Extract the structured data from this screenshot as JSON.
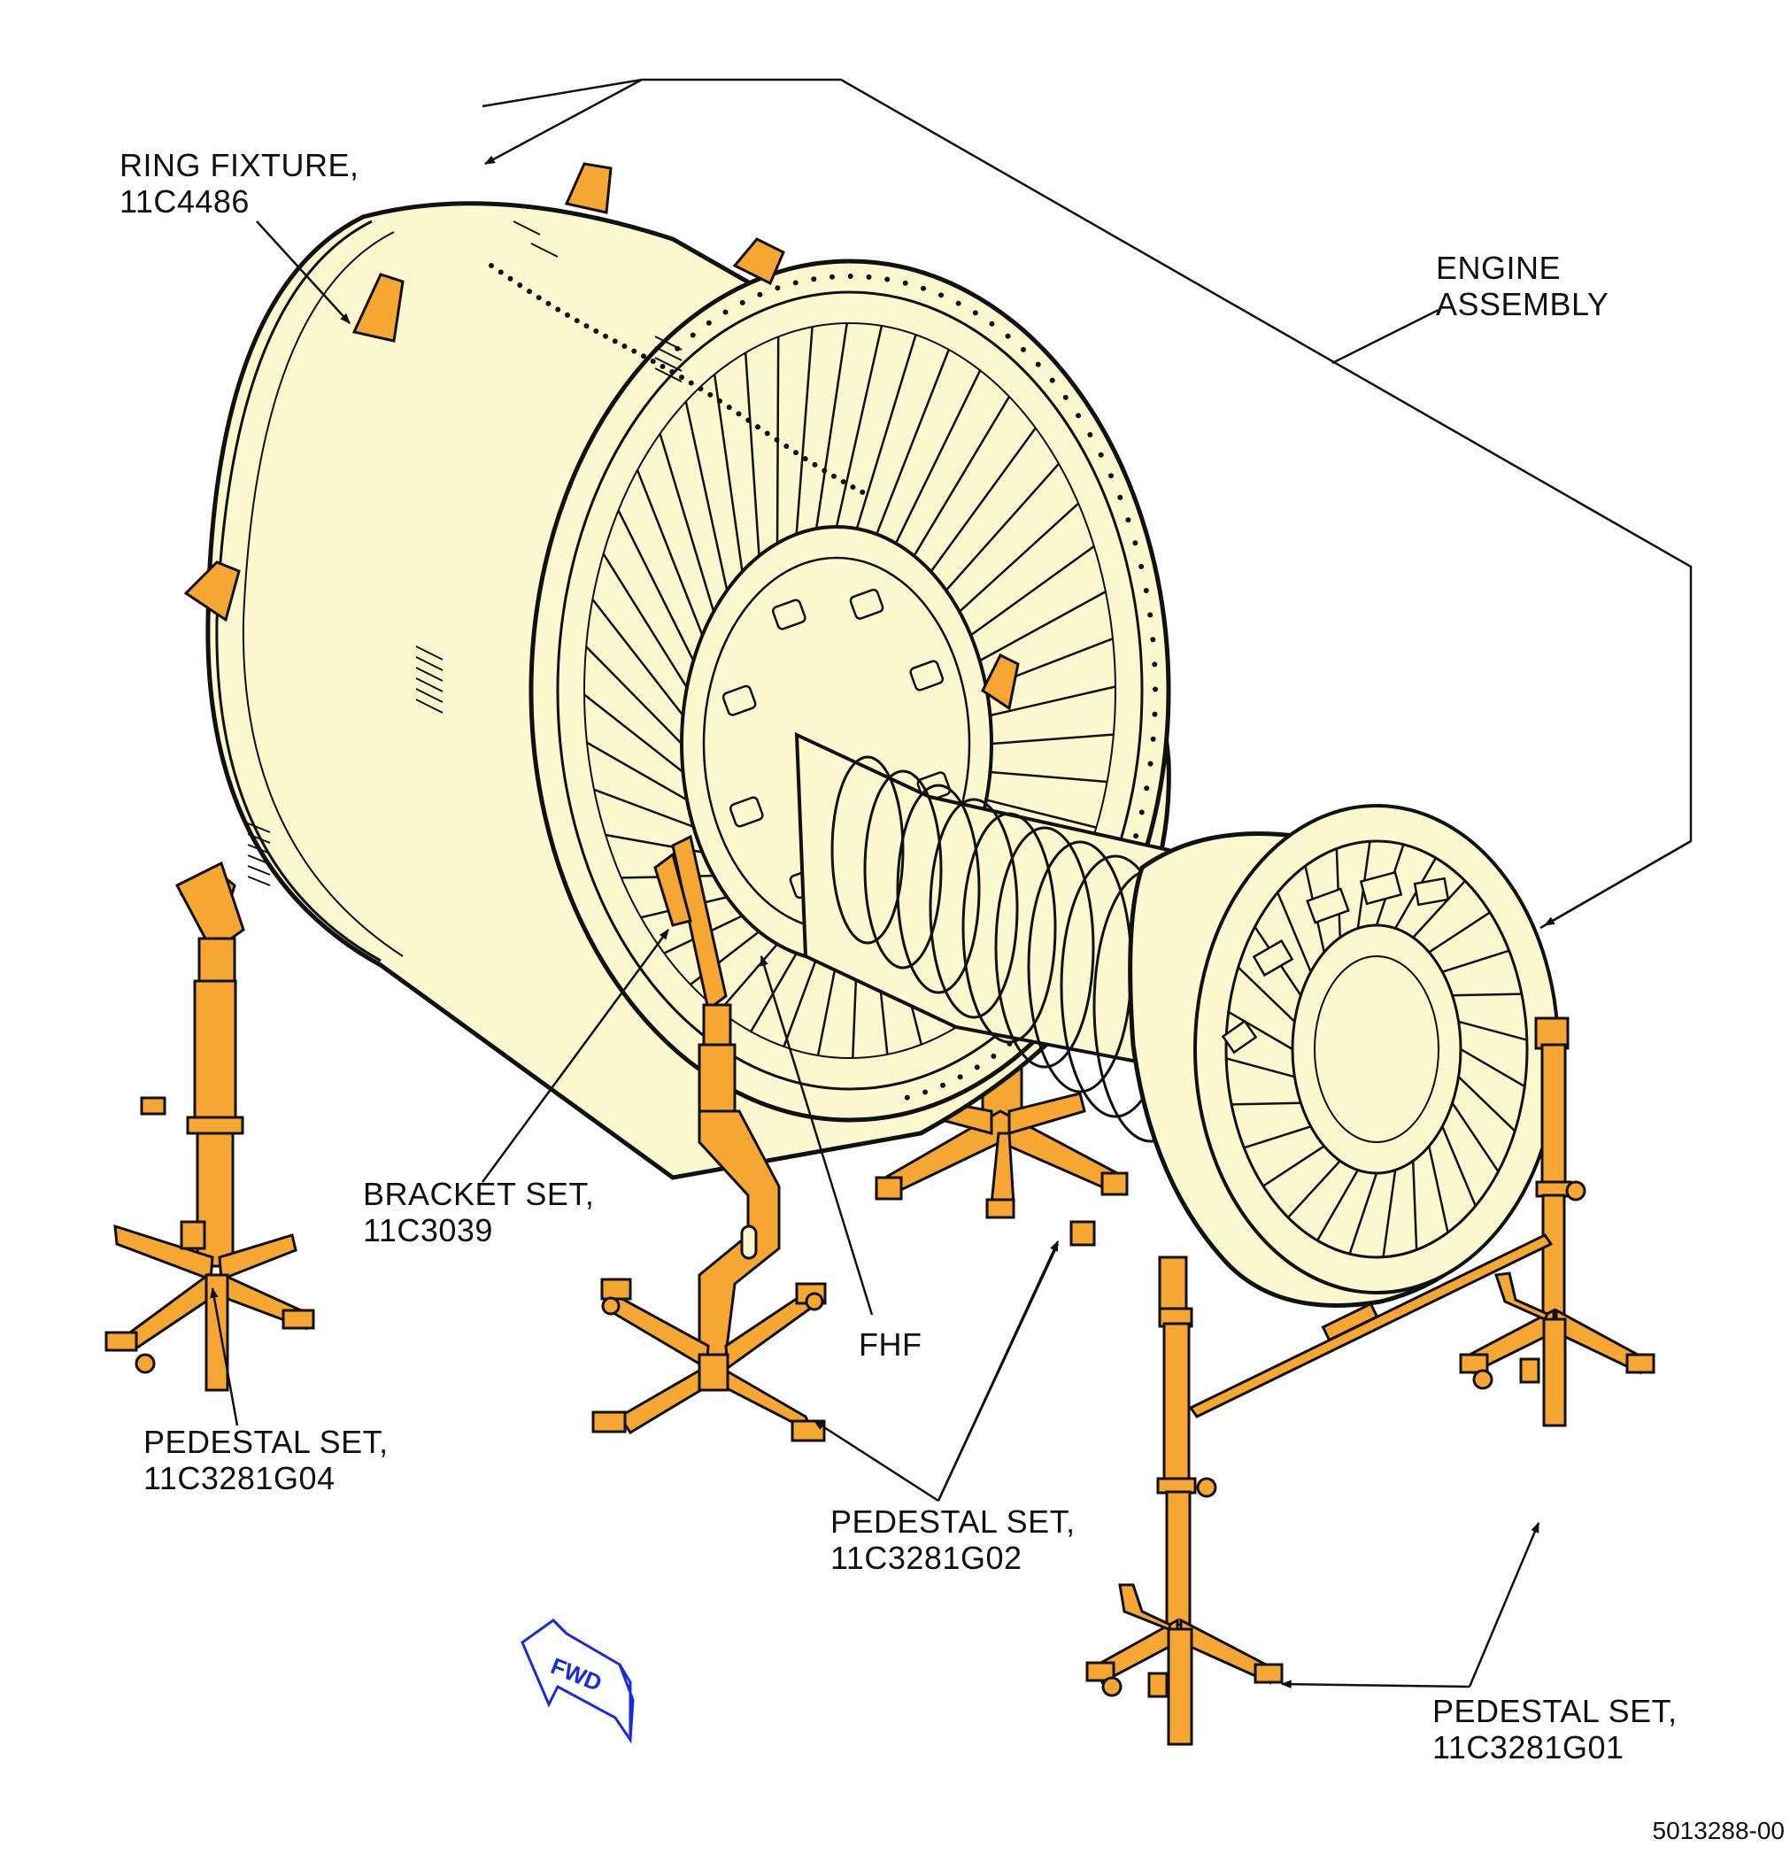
{
  "labels": {
    "ring_fixture": {
      "line1": "RING FIXTURE,",
      "line2": "11C4486"
    },
    "engine_assembly": {
      "line1": "ENGINE",
      "line2": "ASSEMBLY"
    },
    "bracket_set": {
      "line1": "BRACKET SET,",
      "line2": "11C3039"
    },
    "fhf": {
      "line1": "FHF"
    },
    "pedestal_g04": {
      "line1": "PEDESTAL SET,",
      "line2": "11C3281G04"
    },
    "pedestal_g02": {
      "line1": "PEDESTAL SET,",
      "line2": "11C3281G02"
    },
    "pedestal_g01": {
      "line1": "PEDESTAL SET,",
      "line2": "11C3281G01"
    }
  },
  "fwd_marker": {
    "text": "FWD"
  },
  "figure_number": "5013288-00",
  "colors": {
    "engine_fill": "#fbf8cf",
    "fixture_orange": "#f6a633",
    "line": "#111111",
    "fwd_blue": "#1a2bdc"
  }
}
